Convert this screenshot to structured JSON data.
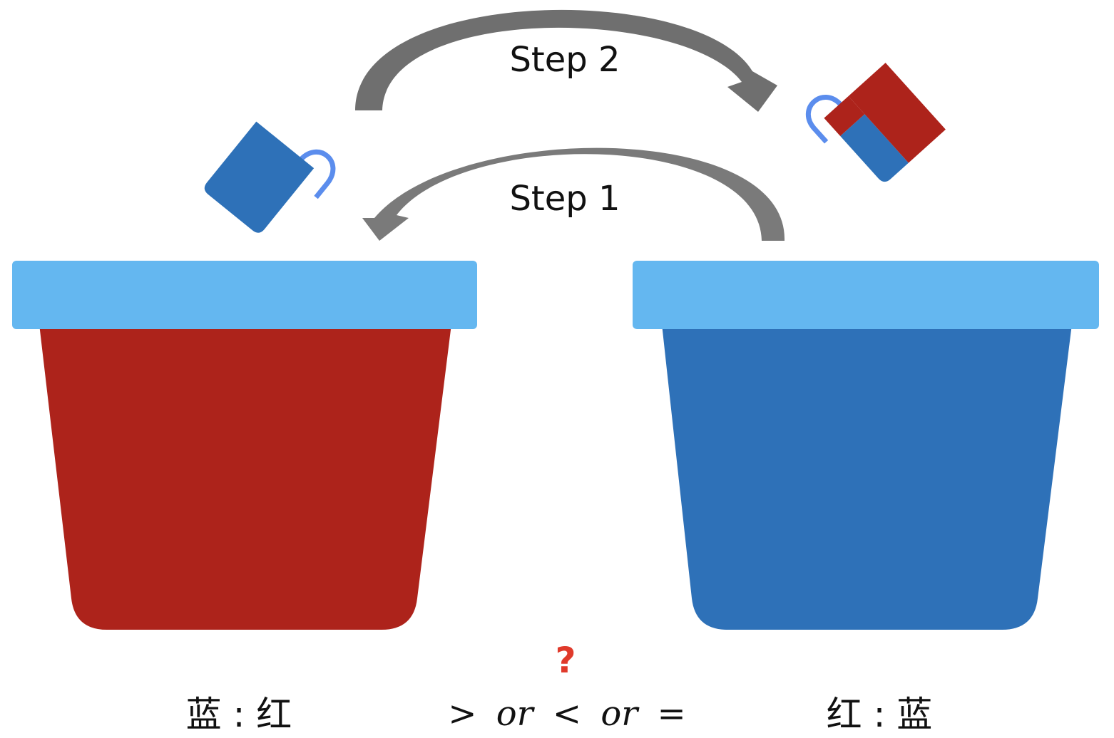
{
  "colors": {
    "red": "#ad231b",
    "blue": "#2e71b8",
    "rim": "#64b7f0",
    "handle": "#5b8ded",
    "arrow": "#7a7a7a",
    "question": "#e03a2b",
    "text": "#111111"
  },
  "arrows": {
    "step2_label": "Step 2",
    "step1_label": "Step 1"
  },
  "buckets": {
    "left": {
      "fill": "red",
      "ratio_label": "蓝 : 红"
    },
    "right": {
      "fill": "blue",
      "ratio_label": "红 : 蓝"
    }
  },
  "cups": {
    "left": {
      "fill": "blue only"
    },
    "right": {
      "fill": "red and blue"
    }
  },
  "question": {
    "mark": "?",
    "gt": ">",
    "or1": "or",
    "lt": "<",
    "or2": "or",
    "eq": "="
  }
}
